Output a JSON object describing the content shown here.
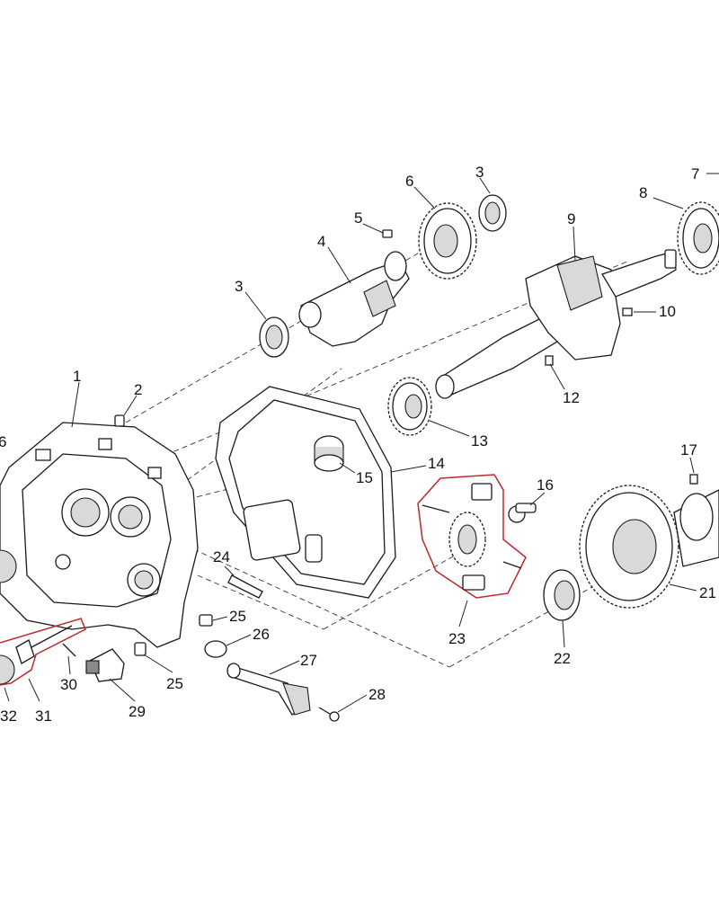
{
  "diagram": {
    "callouts": [
      "1",
      "2",
      "3",
      "3",
      "4",
      "5",
      "6",
      "6",
      "7",
      "8",
      "9",
      "10",
      "12",
      "13",
      "14",
      "15",
      "16",
      "17",
      "21",
      "22",
      "23",
      "24",
      "25",
      "25",
      "26",
      "27",
      "28",
      "29",
      "30",
      "31",
      "32"
    ],
    "colors": {
      "line": "#1a1a1a",
      "highlight": "#c0262d",
      "background": "#ffffff"
    }
  }
}
